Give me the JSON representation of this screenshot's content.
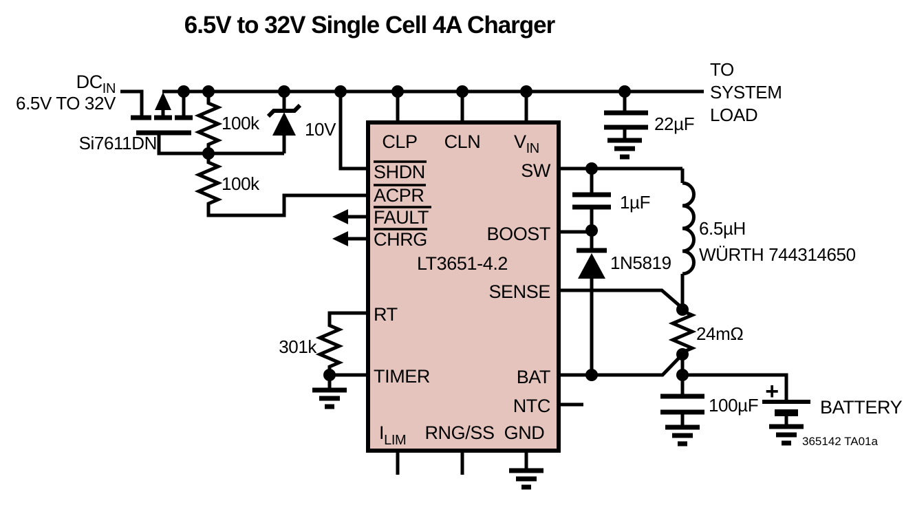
{
  "title": "6.5V to 32V Single Cell 4A Charger",
  "input": {
    "dcin_main": "DC",
    "dcin_sub": "IN",
    "dcin_range": "6.5V TO 32V",
    "mosfet": "Si7611DN"
  },
  "divider": {
    "r_top": "100k",
    "r_bottom": "100k",
    "zener": "10V"
  },
  "ic": {
    "part": "LT3651-4.2",
    "pins": {
      "clp": "CLP",
      "cln": "CLN",
      "vin_main": "V",
      "vin_sub": "IN",
      "shdn": "SHDN",
      "acpr": "ACPR",
      "fault": "FAULT",
      "chrg": "CHRG",
      "rt": "RT",
      "timer": "TIMER",
      "ilim_main": "I",
      "ilim_sub": "LIM",
      "rngss": "RNG/SS",
      "gnd": "GND",
      "sw": "SW",
      "boost": "BOOST",
      "sense": "SENSE",
      "bat": "BAT",
      "ntc": "NTC"
    }
  },
  "output": {
    "input_cap": "22µF",
    "load_line1": "TO",
    "load_line2": "SYSTEM",
    "load_line3": "LOAD",
    "boost_cap": "1µF",
    "boost_diode": "1N5819",
    "inductor_value": "6.5µH",
    "inductor_part": "WÜRTH 744314650",
    "sense_resistor": "24mΩ",
    "timing_resistor": "301k",
    "output_cap": "100µF",
    "battery_plus": "+",
    "battery_label": "BATTERY",
    "figure_id": "365142 TA01a"
  },
  "colors": {
    "ic_fill": "#e5c4bd",
    "line": "#000000",
    "background": "#ffffff"
  }
}
